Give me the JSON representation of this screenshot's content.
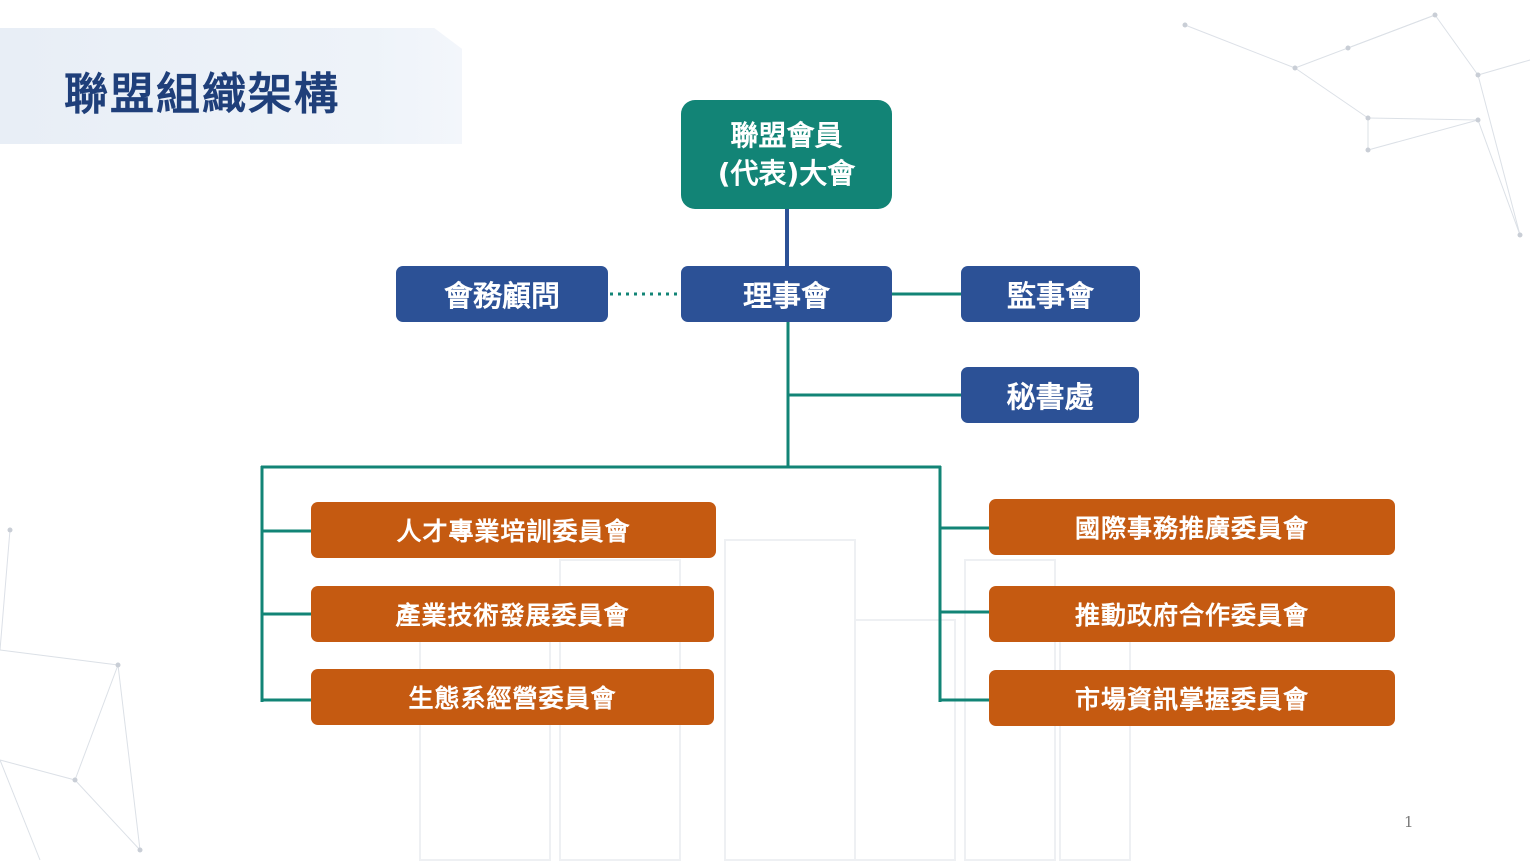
{
  "title": "聯盟組織架構",
  "page_number": "1",
  "colors": {
    "title": "#1f3f7a",
    "assembly": "#128476",
    "board": "#2c5196",
    "committee": "#c55a11",
    "connector": "#128476",
    "top_connector": "#2c5196"
  },
  "nodes": {
    "assembly_line1": "聯盟會員",
    "assembly_line2": "(代表)大會",
    "board": "理事會",
    "advisor": "會務顧問",
    "supervisors": "監事會",
    "secretariat": "秘書處"
  },
  "committees_left": [
    "人才專業培訓委員會",
    "產業技術發展委員會",
    "生態系經營委員會"
  ],
  "committees_right": [
    "國際事務推廣委員會",
    "推動政府合作委員會",
    "市場資訊掌握委員會"
  ]
}
